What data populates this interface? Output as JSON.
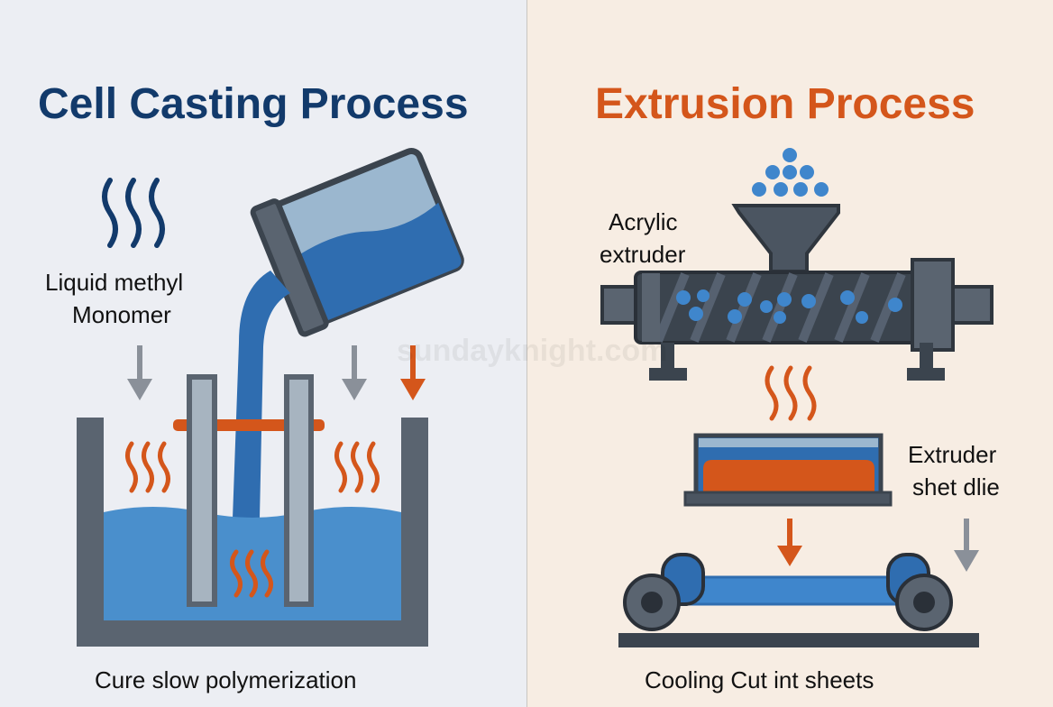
{
  "left": {
    "title": "Cell Casting Process",
    "label_monomer_1": "Liquid methyl",
    "label_monomer_2": "Monomer",
    "caption": "Cure slow polymerization"
  },
  "right": {
    "title": "Extrusion Process",
    "label_extruder_1": "Acrylic",
    "label_extruder_2": "extruder",
    "label_die_1": "Extruder",
    "label_die_2": "shet dlie",
    "caption": "Cooling Cut int sheets"
  },
  "watermark": "sundayknight.com",
  "colors": {
    "navy": "#123a6b",
    "orange": "#d4561b",
    "blue": "#2f6db0",
    "water": "#4a8fcc",
    "steel": "#5a6470",
    "dark": "#3b444e"
  }
}
